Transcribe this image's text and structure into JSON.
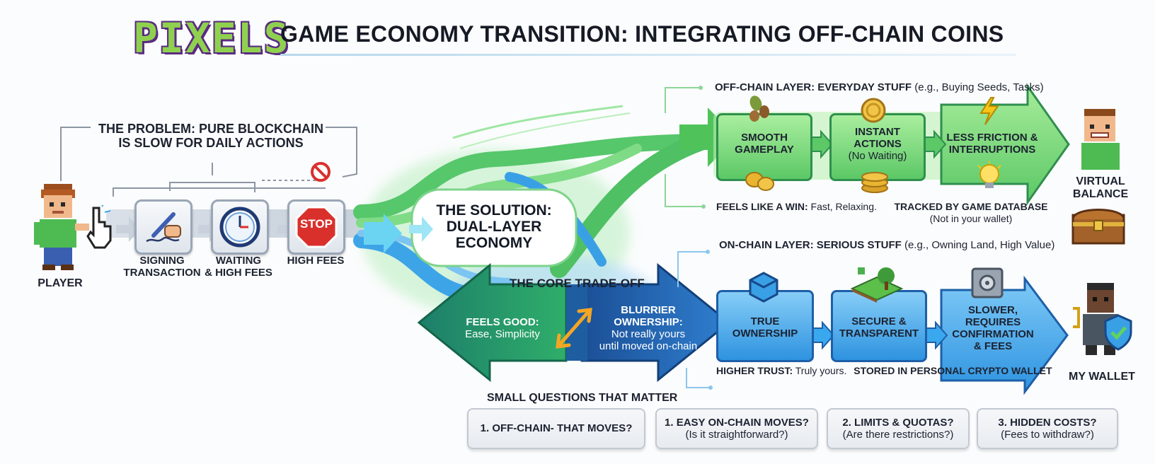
{
  "header": {
    "logo": "PIXELS",
    "title": "GAME ECONOMY TRANSITION: INTEGRATING OFF-CHAIN COINS"
  },
  "problem": {
    "line1": "THE PROBLEM: PURE BLOCKCHAIN",
    "line2": "IS SLOW FOR DAILY ACTIONS",
    "player_label": "PLAYER",
    "steps": [
      {
        "line1": "SIGNING",
        "line2": "TRANSACTION",
        "icon": "pen-hand-icon"
      },
      {
        "line1": "WAITING",
        "line2": "& HIGH FEES",
        "icon": "clock-icon"
      },
      {
        "line1": "HIGH FEES",
        "line2": "",
        "icon": "stop-sign-icon"
      }
    ],
    "stop_text": "STOP"
  },
  "solution": {
    "line1": "THE SOLUTION:",
    "line2": "DUAL-LAYER",
    "line3": "ECONOMY"
  },
  "tradeoff": {
    "title": "THE CORE TRADE-OFF",
    "left_title": "FEELS GOOD:",
    "left_sub": "Ease, Simplicity",
    "right_title1": "BLURRIER",
    "right_title2": "OWNERSHIP:",
    "right_sub1": "Not really yours",
    "right_sub2": "until moved on-chain"
  },
  "offchain": {
    "heading_bold": "OFF-CHAIN LAYER: EVERYDAY STUFF",
    "heading_note": "(e.g., Buying Seeds, Tasks)",
    "steps": [
      {
        "line1": "SMOOTH",
        "line2": "GAMEPLAY",
        "line3": ""
      },
      {
        "line1": "INSTANT",
        "line2": "ACTIONS",
        "line3": "(No Waiting)"
      },
      {
        "line1": "LESS FRICTION &",
        "line2": "INTERRUPTIONS",
        "line3": ""
      }
    ],
    "footer_bold": "FEELS LIKE A WIN:",
    "footer_note": "Fast, Relaxing.",
    "tracked_bold": "TRACKED BY GAME DATABASE",
    "tracked_note": "(Not in your wallet)",
    "avatar_label1": "VIRTUAL",
    "avatar_label2": "BALANCE"
  },
  "onchain": {
    "heading_bold": "ON-CHAIN LAYER: SERIOUS STUFF",
    "heading_note": "(e.g., Owning Land, High Value)",
    "steps": [
      {
        "line1": "TRUE",
        "line2": "OWNERSHIP",
        "line3": "",
        "line4": ""
      },
      {
        "line1": "SECURE &",
        "line2": "TRANSPARENT",
        "line3": "",
        "line4": ""
      },
      {
        "line1": "SLOWER,",
        "line2": "REQUIRES",
        "line3": "CONFIRMATION",
        "line4": "& FEES"
      }
    ],
    "footer_bold": "HIGHER TRUST:",
    "footer_note": "Truly yours.",
    "stored": "STORED IN PERSONAL CRYPTO WALLET",
    "avatar_label": "MY WALLET"
  },
  "questions": {
    "title": "SMALL QUESTIONS THAT MATTER",
    "items": [
      {
        "title": "1. OFF-CHAIN- THAT MOVES?",
        "note": ""
      },
      {
        "title": "1. EASY ON-CHAIN MOVES?",
        "note": "(Is it straightforward?)"
      },
      {
        "title": "2. LIMITS & QUOTAS?",
        "note": "(Are there restrictions?)"
      },
      {
        "title": "3. HIDDEN COSTS?",
        "note": "(Fees to withdraw?)"
      }
    ]
  },
  "colors": {
    "green": "#5fcf62",
    "green_dark": "#2f8f4e",
    "blue": "#3aa8ee",
    "blue_dark": "#1d5fa8",
    "teal": "#2a9c7a",
    "stop_red": "#d9302c"
  }
}
